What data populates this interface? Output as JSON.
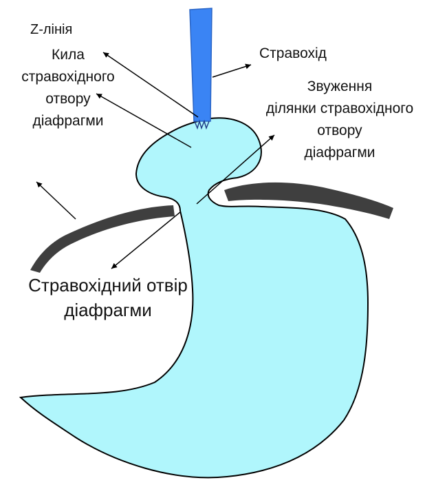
{
  "labels": {
    "z_line": "Z-лінія",
    "hernia": [
      "Кила",
      "стравохідного",
      "отвору",
      "діафрагми"
    ],
    "esophagus": "Стравохід",
    "narrowing": [
      "Звуження",
      "ділянки стравохідного",
      "отвору",
      "діафрагми"
    ],
    "hiatus": [
      "Стравохідний отвір",
      "діафрагми"
    ]
  },
  "colors": {
    "stomach_fill": "#b0f6fc",
    "esophagus_fill": "#3a84f4",
    "diaphragm": "#3f3f3f",
    "outline": "#000000"
  }
}
